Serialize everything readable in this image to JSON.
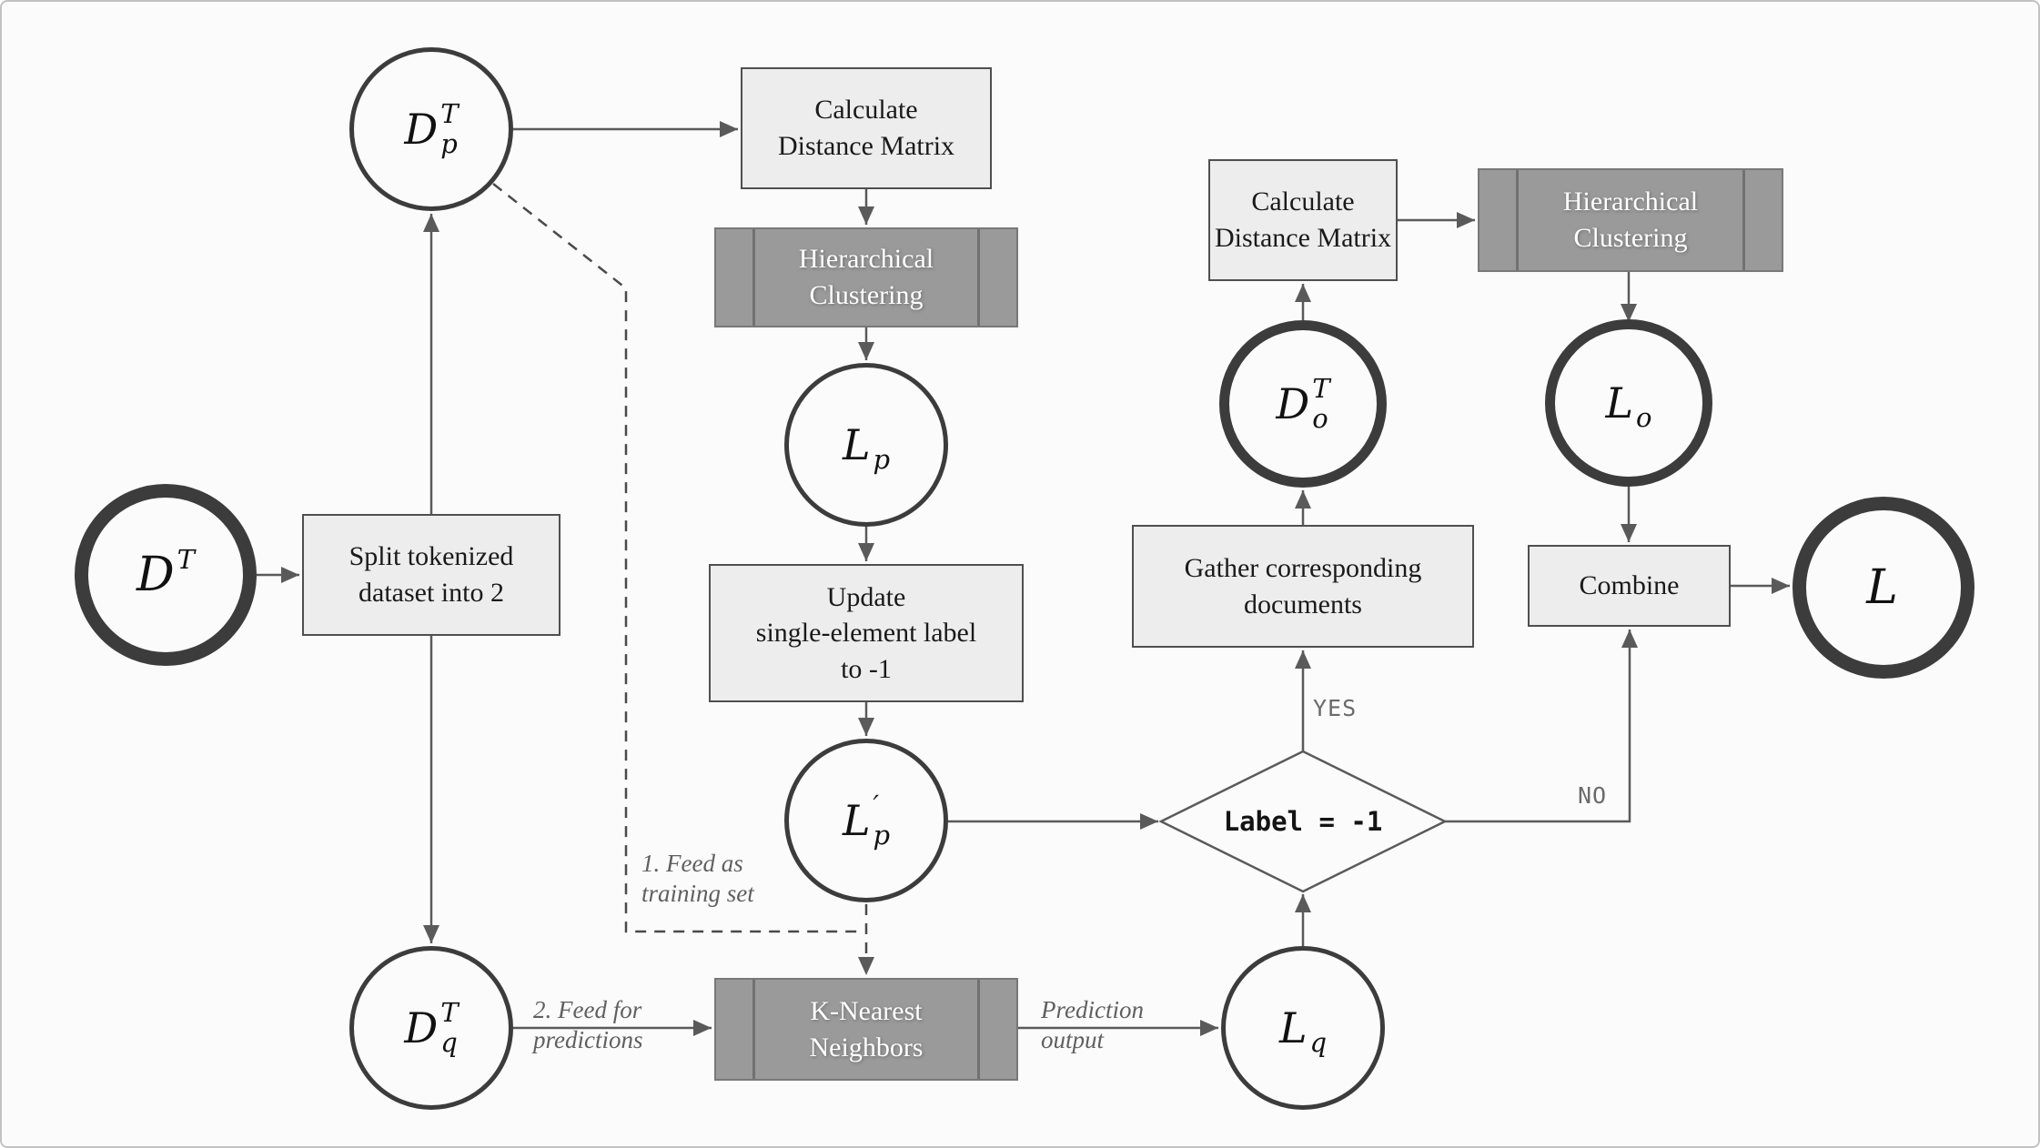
{
  "page": {
    "background": "#fbfbfb",
    "border": "#c2c2c2"
  },
  "colors": {
    "line": "#5a5a5a",
    "box_fill": "#ededed",
    "box_border": "#4f4f4f",
    "dark_box_fill": "#9a9a9a",
    "dark_box_border": "#787878",
    "dark_box_text": "#ffffff",
    "circle_stroke": "#3c3c3c",
    "text": "#1a1a1a",
    "annotation_text": "#5f5f5f",
    "branch_text": "#6a6a6a"
  },
  "nodes": {
    "d_t": {
      "base": "D",
      "sup": "T",
      "sub": ""
    },
    "d_p": {
      "base": "D",
      "sup": "T",
      "sub": "p"
    },
    "d_q": {
      "base": "D",
      "sup": "T",
      "sub": "q"
    },
    "d_o": {
      "base": "D",
      "sup": "T",
      "sub": "o"
    },
    "l_p": {
      "base": "L",
      "sup": "",
      "sub": "p"
    },
    "l_p_prime": {
      "base": "L",
      "sup": "′",
      "sub": "p"
    },
    "l_q": {
      "base": "L",
      "sup": "",
      "sub": "q"
    },
    "l_o": {
      "base": "L",
      "sup": "",
      "sub": "o"
    },
    "l": {
      "base": "L",
      "sup": "",
      "sub": ""
    }
  },
  "boxes": {
    "split": "Split tokenized\ndataset into 2",
    "calc_distance_left": "Calculate\nDistance Matrix",
    "hierarchical_left": "Hierarchical\nClustering",
    "update": "Update\nsingle-element label\nto -1",
    "knn": "K-Nearest\nNeighbors",
    "gather": "Gather corresponding\ndocuments",
    "calc_distance_right": "Calculate\nDistance Matrix",
    "hierarchical_right": "Hierarchical\nClustering",
    "combine": "Combine"
  },
  "decision": {
    "label": "Label = -1",
    "yes": "YES",
    "no": "NO"
  },
  "annotations": {
    "feed_training": "1. Feed as\ntraining set",
    "feed_predictions": "2. Feed for\npredictions",
    "prediction_output": "Prediction\noutput"
  }
}
